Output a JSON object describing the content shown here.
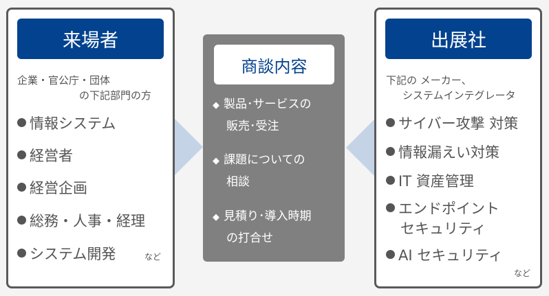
{
  "visitors": {
    "title": "来場者",
    "subtitle_line1": "企業・官公庁・団体",
    "subtitle_line2": "の下記部門の方",
    "items": [
      "情報システム",
      "経営者",
      "経営企画",
      "総務・人事・経理",
      "システム開発"
    ],
    "etc": "など"
  },
  "center": {
    "title": "商談内容",
    "items": [
      {
        "line1": "製品･サービスの",
        "line2": "販売･受注"
      },
      {
        "line1": "課題についての",
        "line2": "相談"
      },
      {
        "line1": "見積り･導入時期",
        "line2": "の打合せ"
      }
    ]
  },
  "exhibitors": {
    "title": "出展社",
    "subtitle_line1": "下記の メーカー、",
    "subtitle_line2": "システムインテグレータ",
    "items": [
      {
        "line1": "サイバー攻撃 対策"
      },
      {
        "line1": "情報漏えい対策"
      },
      {
        "line1": "IT 資産管理"
      },
      {
        "line1": "エンドポイント",
        "line2": "セキュリティ"
      },
      {
        "line1": "AI セキュリティ"
      }
    ],
    "etc": "など"
  },
  "colors": {
    "header": "#03428e",
    "arrow": "#c5d3e6",
    "center": "#808080"
  }
}
